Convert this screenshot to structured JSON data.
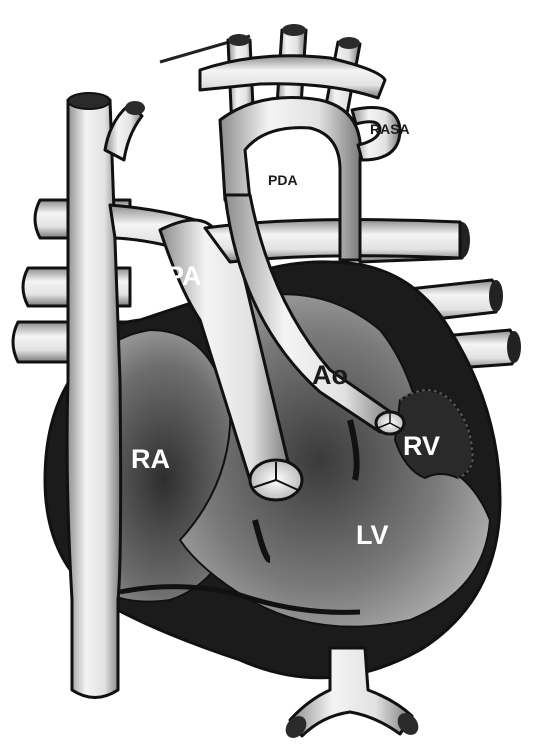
{
  "diagram": {
    "labels": {
      "pa": "PA",
      "ao": "Ao",
      "ra": "RA",
      "rv": "RV",
      "lv": "LV",
      "pda": "PDA",
      "rasa": "RASA"
    },
    "colors": {
      "outline": "#111111",
      "myocardium": "#1b1b1b",
      "chamber_dark": "#3a3a3a",
      "chamber_mid": "#8a8a8a",
      "vessel_light": "#f2f2f2",
      "vessel_shade": "#9a9a9a"
    }
  }
}
